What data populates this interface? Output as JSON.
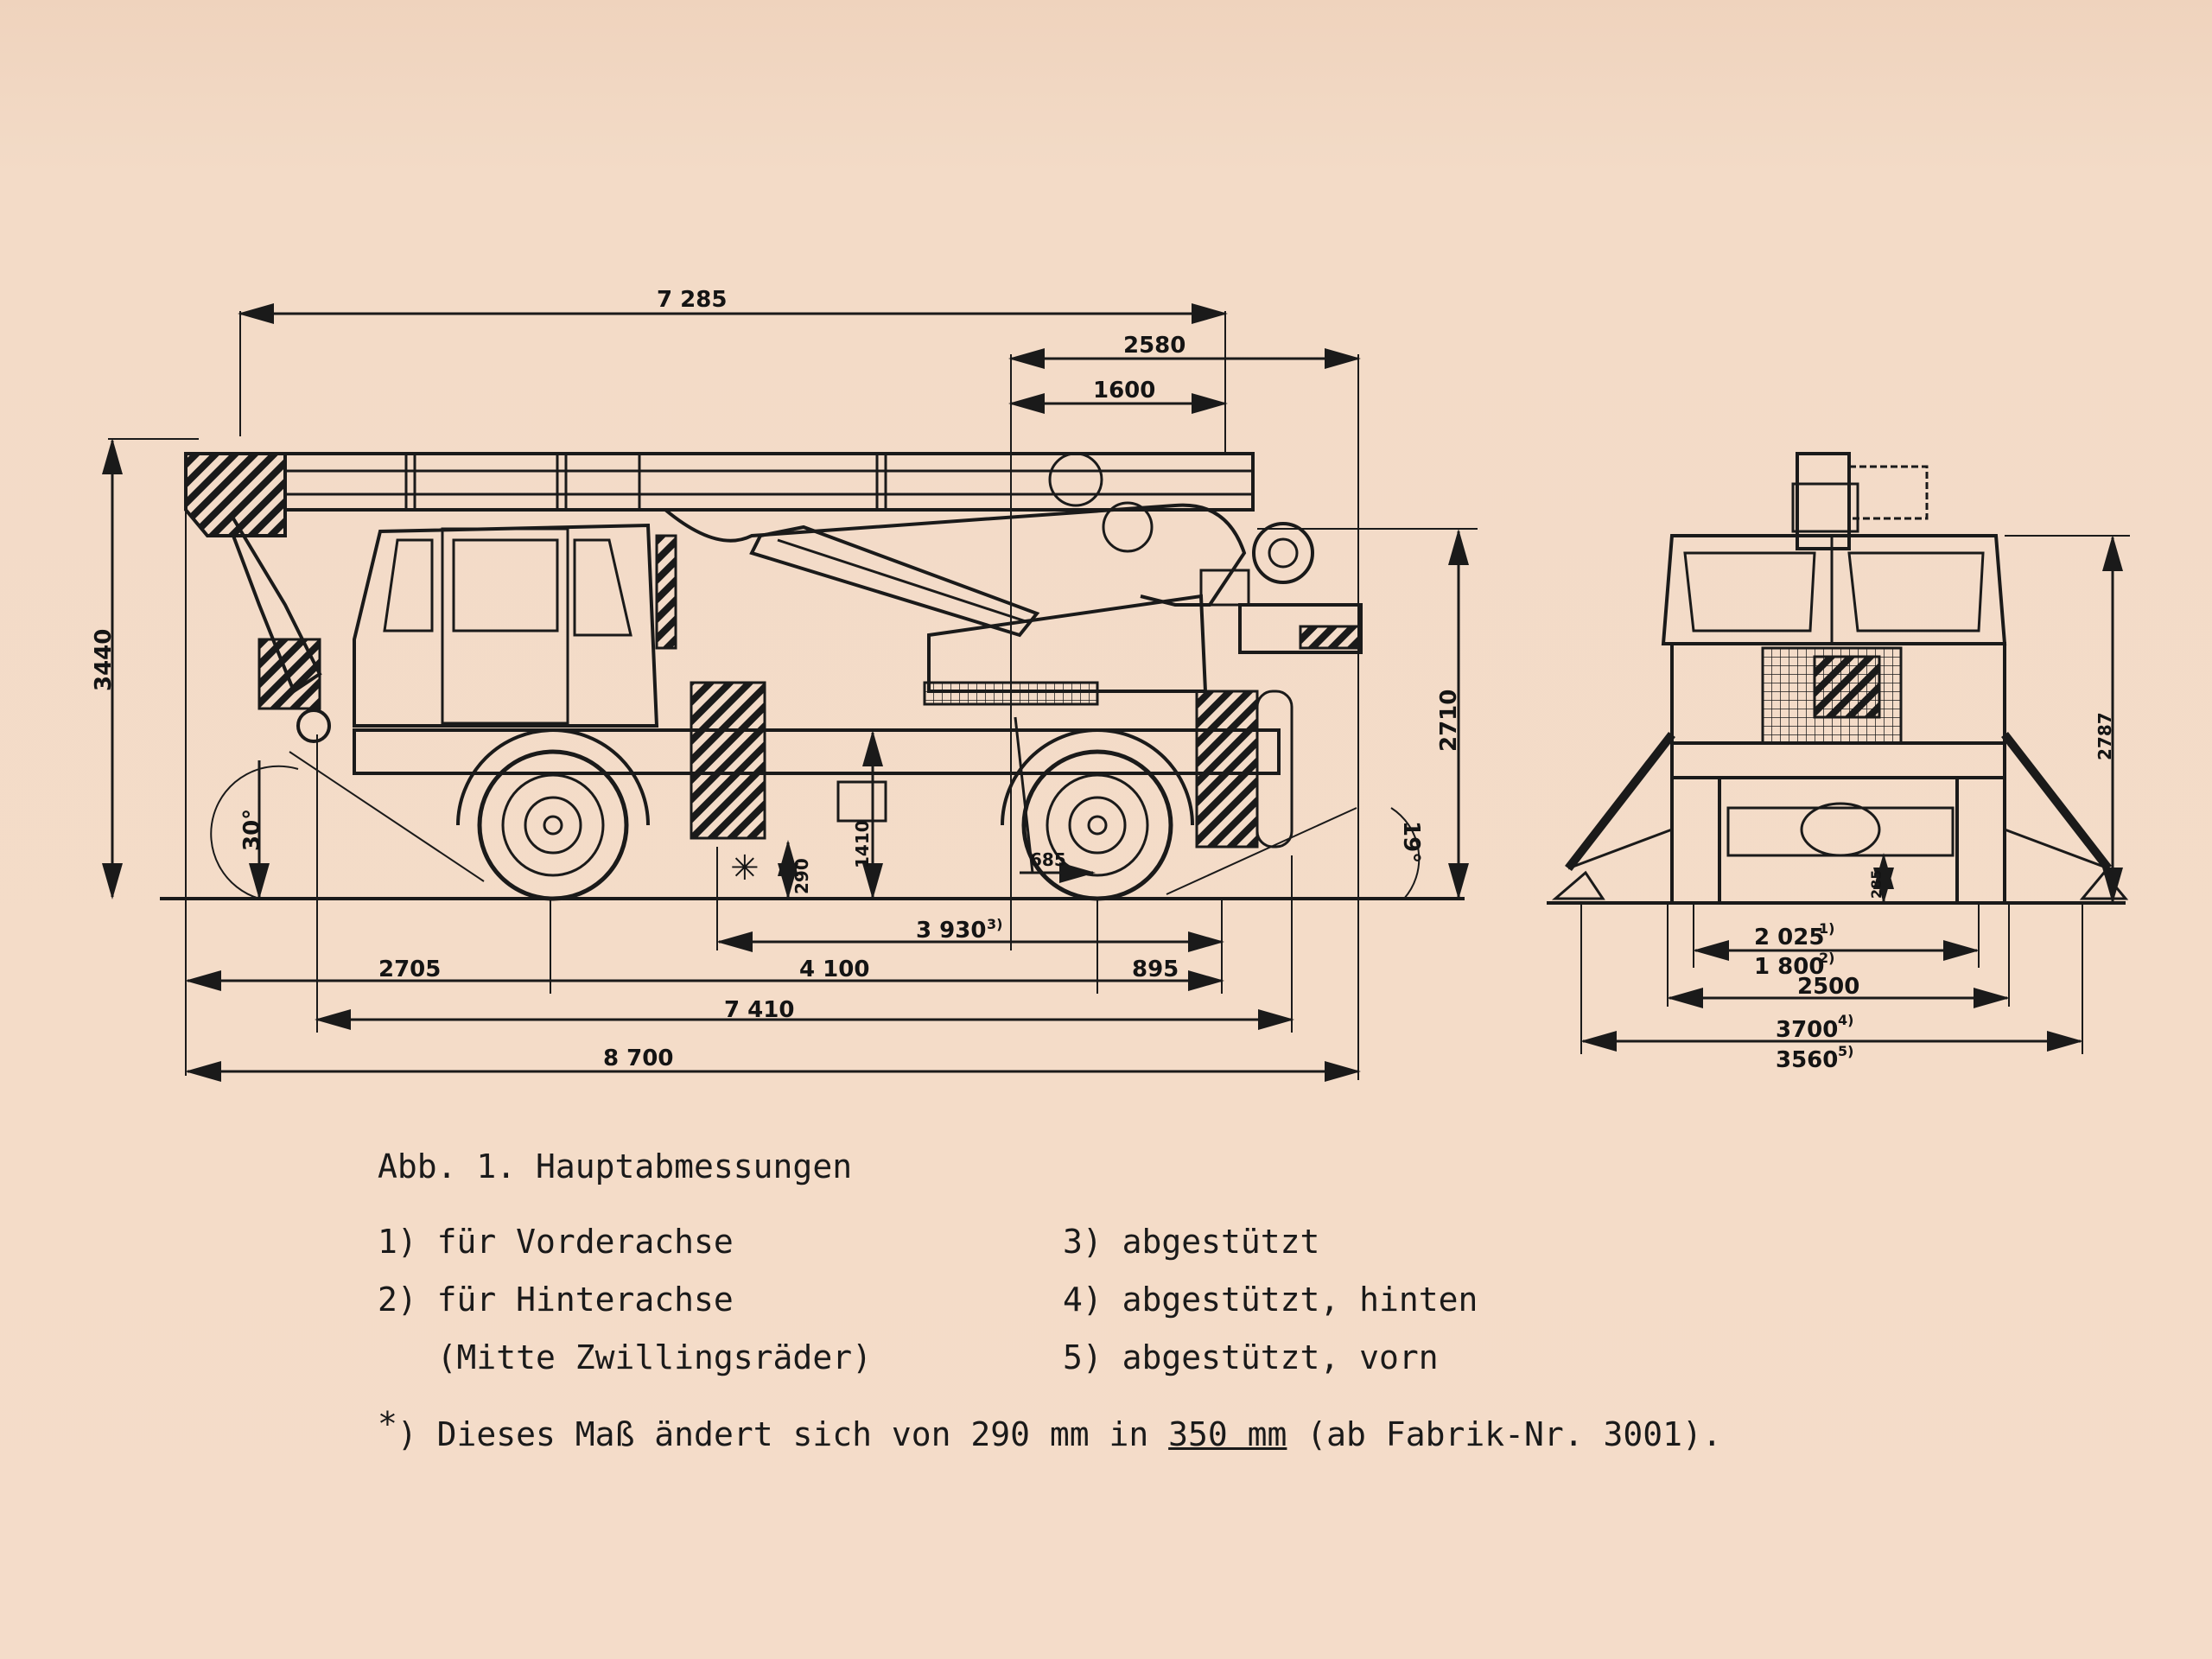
{
  "side_view": {
    "dims": {
      "overall_boom": "7 285",
      "rear_2580": "2580",
      "rear_1600": "1600",
      "height_3440": "3440",
      "height_2710": "2710",
      "angle_30": "30°",
      "angle_19": "19°",
      "ground_290": "290",
      "ground_1410": "1410",
      "ground_685": "685",
      "support_3930": "3 930",
      "support_3930_sup": "3)",
      "front_2705": "2705",
      "wheelbase_4100": "4 100",
      "rear_895": "895",
      "length_7410": "7 410",
      "length_8700": "8 700",
      "asterisk": "✳"
    }
  },
  "front_view": {
    "dims": {
      "height_2787": "2787",
      "clear_285": "285",
      "track_2025": "2 025",
      "track_2025_sup": "1)",
      "track_1800": "1 800",
      "track_1800_sup": "2)",
      "width_2500": "2500",
      "span_3700": "3700",
      "span_3700_sup": "4)",
      "span_3560": "3560",
      "span_3560_sup": "5)"
    }
  },
  "caption": {
    "title": "Abb. 1. Hauptabmessungen",
    "notes_left": [
      "1) für Vorderachse",
      "2) für Hinterachse",
      "   (Mitte Zwillingsräder)"
    ],
    "notes_right": [
      "3) abgestützt",
      "4) abgestützt, hinten",
      "5) abgestützt, vorn"
    ],
    "footnote_mark": "*",
    "footnote_pre": ") Dieses Maß ändert sich von 290 mm in ",
    "footnote_underlined": "350 mm",
    "footnote_post": " (ab Fabrik-Nr. 3001)."
  }
}
